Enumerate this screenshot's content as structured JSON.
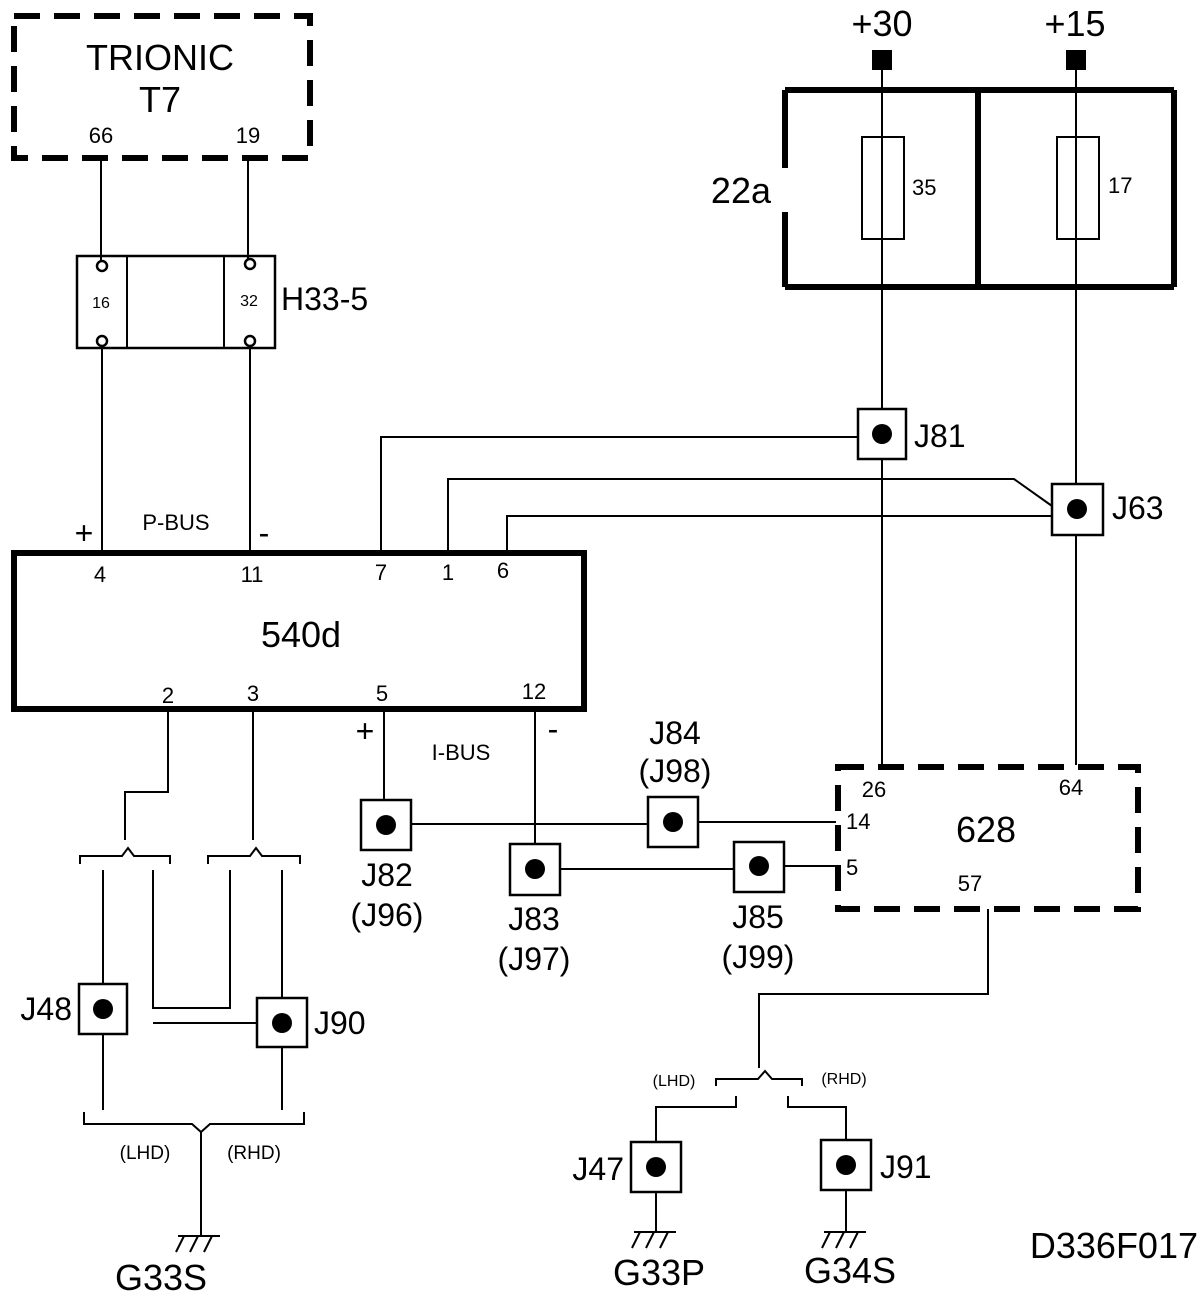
{
  "diagram_code": "D336F017",
  "modules": {
    "trionic": {
      "line1": "TRIONIC",
      "line2": "T7",
      "pin_a": "66",
      "pin_b": "19"
    },
    "connector_h33": {
      "label": "H33-5",
      "pin_a": "16",
      "pin_b": "32"
    },
    "fuse_box": {
      "label": "22a",
      "fuse_a": "35",
      "fuse_b": "17"
    },
    "supply": {
      "plus30": "+30",
      "plus15": "+15"
    },
    "module_540d": {
      "label": "540d",
      "top_pins": [
        "4",
        "11",
        "7",
        "1",
        "6"
      ],
      "bottom_pins": [
        "2",
        "3",
        "5",
        "12"
      ]
    },
    "module_628": {
      "label": "628",
      "pin_26": "26",
      "pin_64": "64",
      "pin_14": "14",
      "pin_5": "5",
      "pin_57": "57"
    }
  },
  "bus": {
    "pbus": "P-BUS",
    "ibus": "I-BUS",
    "pbus_plus": "+",
    "pbus_minus": "-",
    "ibus_plus": "+",
    "ibus_minus": "-"
  },
  "junctions": {
    "j81": "J81",
    "j63": "J63",
    "j82": "J82",
    "j82_alt": "(J96)",
    "j83": "J83",
    "j83_alt": "(J97)",
    "j84": "J84",
    "j84_alt": "(J98)",
    "j85": "J85",
    "j85_alt": "(J99)",
    "j48": "J48",
    "j90": "J90",
    "j47": "J47",
    "j91": "J91"
  },
  "variants": {
    "lhd_left": "(LHD)",
    "rhd_left": "(RHD)",
    "lhd_right": "(LHD)",
    "rhd_right": "(RHD)"
  },
  "grounds": {
    "g33s": "G33S",
    "g33p": "G33P",
    "g34s": "G34S"
  }
}
